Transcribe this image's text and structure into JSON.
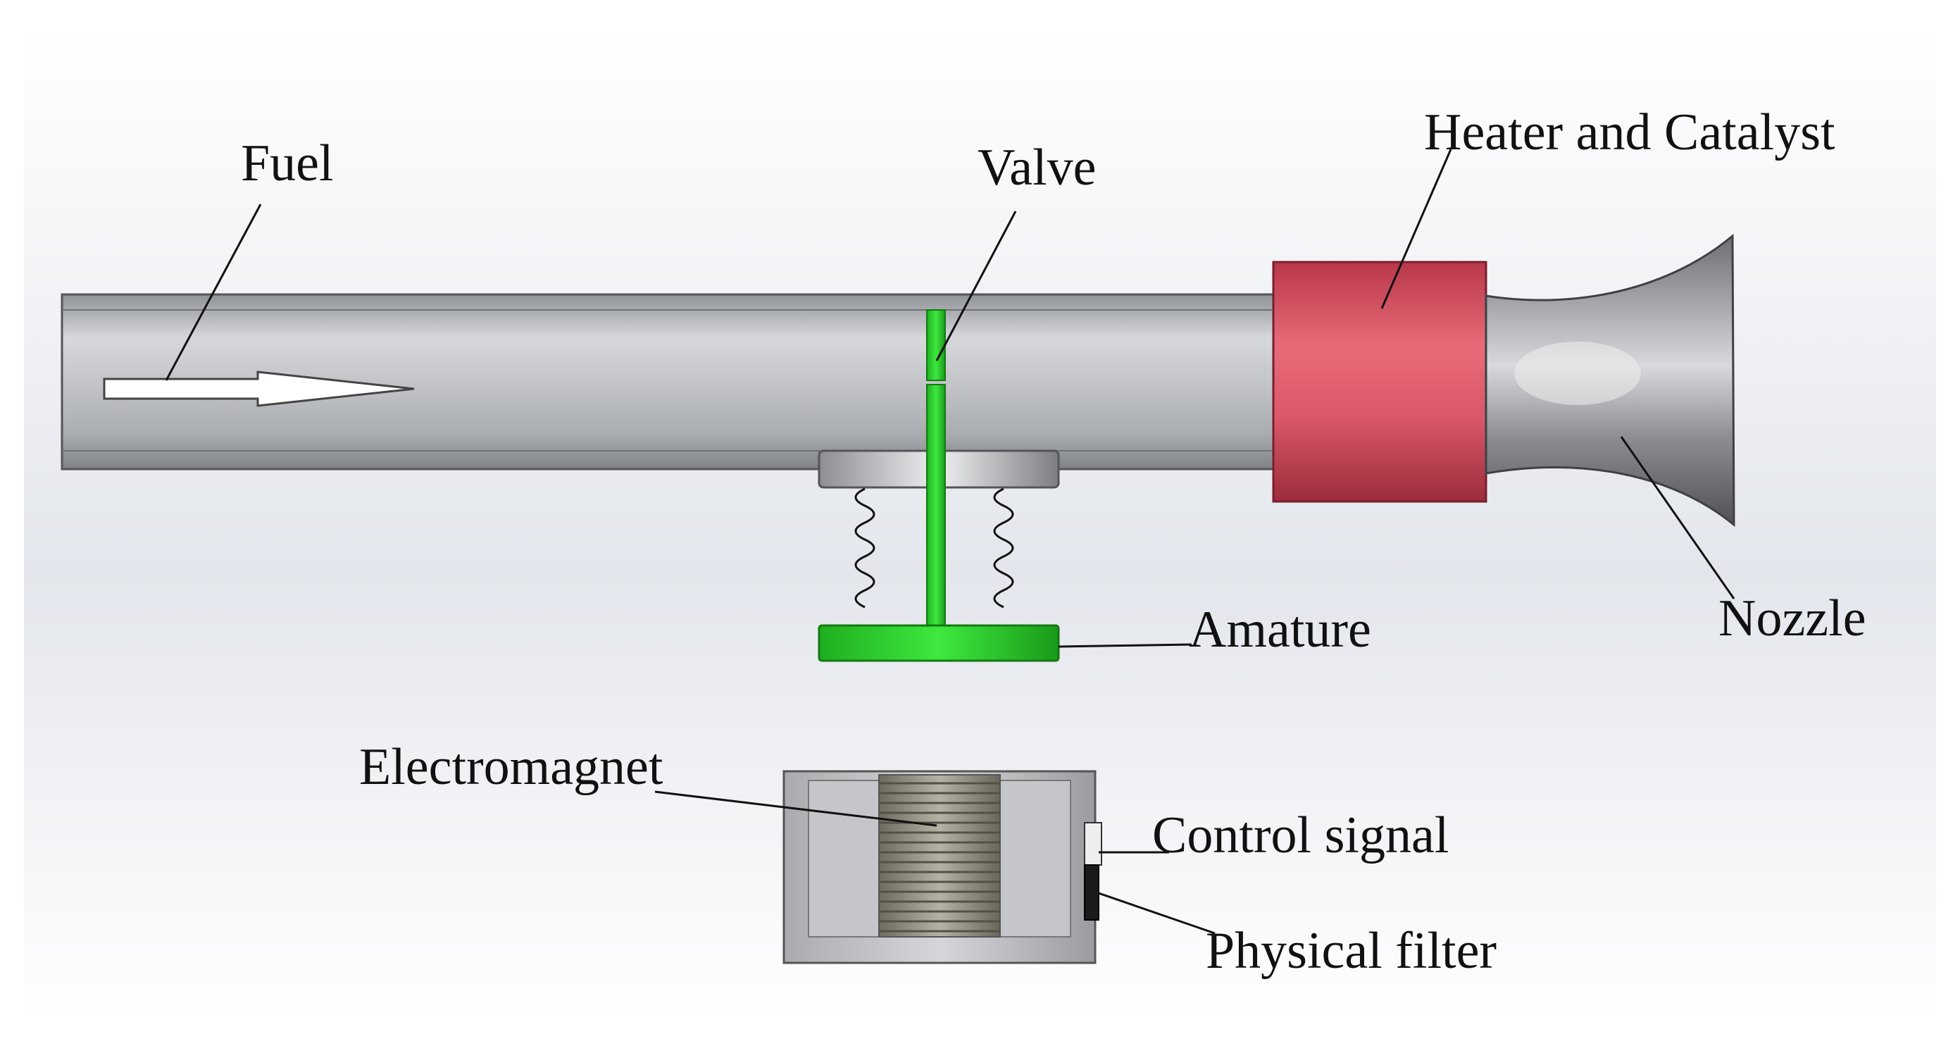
{
  "labels": {
    "fuel": "Fuel",
    "valve": "Valve",
    "heater_catalyst": "Heater and Catalyst",
    "nozzle": "Nozzle",
    "armature": "Amature",
    "electromagnet": "Electromagnet",
    "control_signal": "Control signal",
    "physical_filter": "Physical filter"
  },
  "colors": {
    "pipe": "#b9bcc1",
    "valve": "#2fd12f",
    "heater": "#d94b5c",
    "nozzle": "#8a8c90",
    "electromagnet_body": "#bfc1c4",
    "coil": "#8f8b80"
  }
}
